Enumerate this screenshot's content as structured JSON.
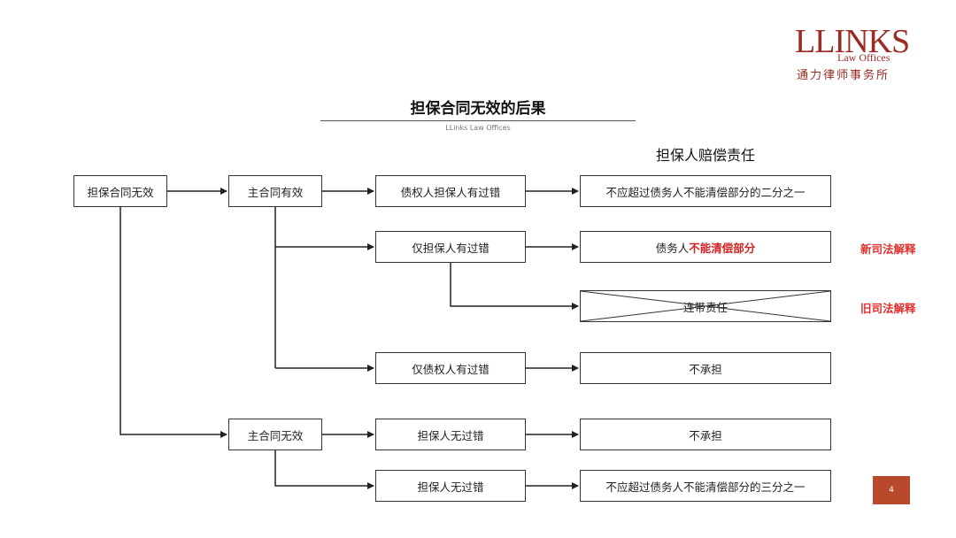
{
  "logo": {
    "main": "LLINKS",
    "sub": "Law Offices",
    "cn": "通力律师事务所",
    "color": "#9b2b24"
  },
  "header": {
    "title": "担保合同无效的后果",
    "subtitle": "LLinks Law Offices"
  },
  "column_heading": "担保人赔偿责任",
  "nodes": {
    "root": "担保合同无效",
    "main_valid": "主合同有效",
    "main_invalid": "主合同无效",
    "creditor_guarantor_fault": "债权人担保人有过错",
    "guarantor_only_fault": "仅担保人有过错",
    "creditor_only_fault": "仅债权人有过错",
    "guarantor_no_fault_1": "担保人无过错",
    "guarantor_no_fault_2": "担保人无过错"
  },
  "outcomes": {
    "half": "不应超过债务人不能清偿部分的二分之一",
    "unpaid_prefix": "债务人",
    "unpaid_highlight": "不能清偿部分",
    "joint": "连带责任",
    "none_1": "不承担",
    "none_2": "不承担",
    "third": "不应超过债务人不能清偿部分的三分之一"
  },
  "notes": {
    "new": "新司法解释",
    "old": "旧司法解释"
  },
  "page_number": "4",
  "colors": {
    "accent_red": "#d32222",
    "page_badge": "#b84a2b"
  }
}
